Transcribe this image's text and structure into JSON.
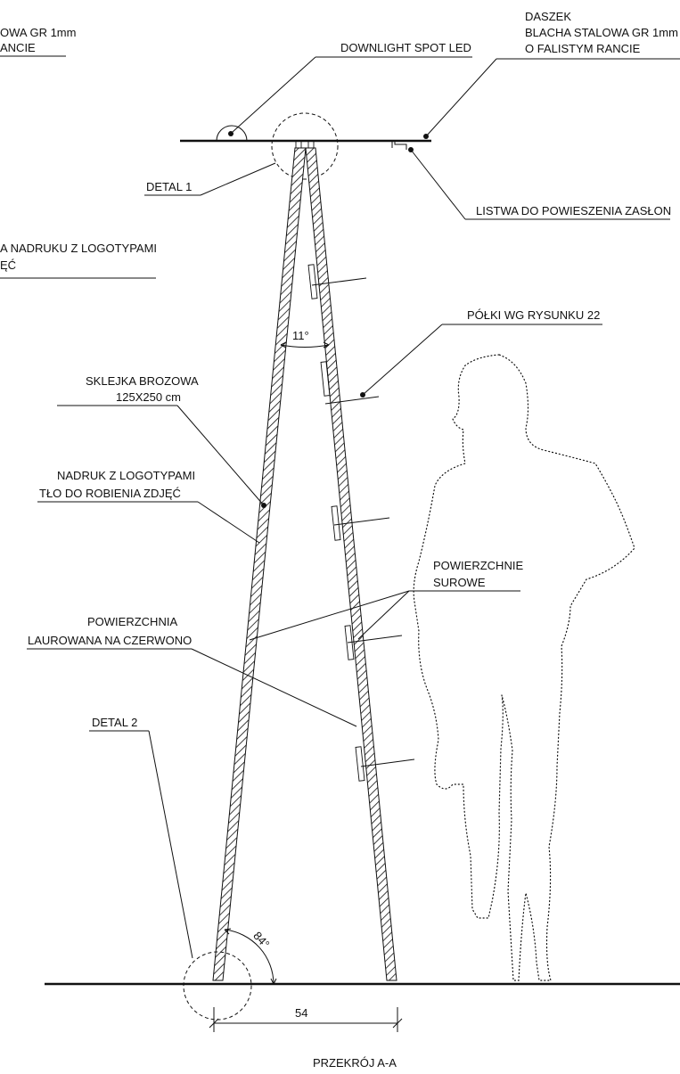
{
  "labels": {
    "top_left_1": "OWA GR 1mm",
    "top_left_2": "ANCIE",
    "downlight": "DOWNLIGHT SPOT LED",
    "daszek_1": "DASZEK",
    "daszek_2": "BLACHA STALOWA GR 1mm",
    "daszek_3": "O FALISTYM RANCIE",
    "detal1": "DETAL 1",
    "listwa": "LISTWA DO POWIESZENIA ZASŁON",
    "nadruk_cut_1": "A NADRUKU Z LOGOTYPAMI",
    "nadruk_cut_2": "ĘĆ",
    "polki": "PÓŁKI WG RYSUNKU 22",
    "angle_top": "11°",
    "sklejka_1": "SKLEJKA BROZOWA",
    "sklejka_2": "125X250 cm",
    "nadruk_1": "NADRUK Z LOGOTYPAMI",
    "nadruk_2": "TŁO DO ROBIENIA ZDJĘĆ",
    "surowe_1": "POWIERZCHNIE",
    "surowe_2": "SUROWE",
    "laur_1": "POWIERZCHNIA",
    "laur_2": "LAUROWANA NA CZERWONO",
    "detal2": "DETAL 2",
    "angle_bottom": "84°",
    "dimension": "54",
    "section_title": "PRZEKRÓJ A-A"
  }
}
